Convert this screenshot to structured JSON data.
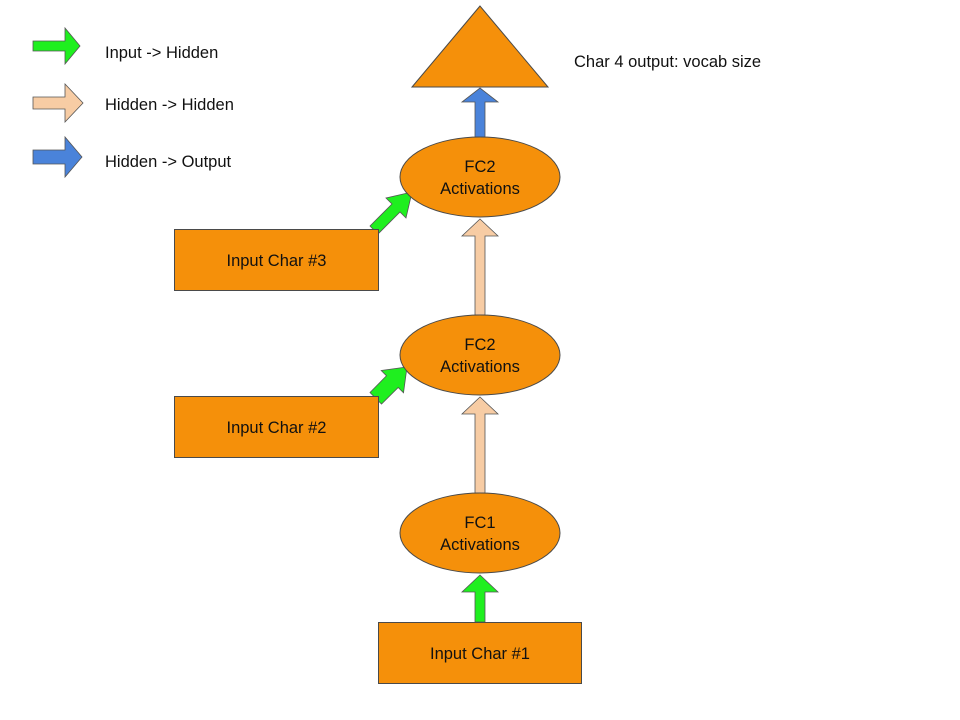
{
  "colors": {
    "node_fill": "#F5900A",
    "input_hidden": "#1FEF1F",
    "hidden_hidden": "#F7CCA4",
    "hidden_output": "#4A83DA"
  },
  "legend": [
    {
      "label": "Input -> Hidden",
      "color": "#1FEF1F"
    },
    {
      "label": "Hidden -> Hidden",
      "color": "#F7CCA4"
    },
    {
      "label": "Hidden -> Output",
      "color": "#4A83DA"
    }
  ],
  "output_label": "Char 4 output: vocab size",
  "nodes": {
    "input_char_1": "Input Char #1",
    "input_char_2": "Input Char #2",
    "input_char_3": "Input Char #3",
    "fc1": {
      "line1": "FC1",
      "line2": "Activations"
    },
    "fc2_middle": {
      "line1": "FC2",
      "line2": "Activations"
    },
    "fc2_top": {
      "line1": "FC2",
      "line2": "Activations"
    }
  }
}
